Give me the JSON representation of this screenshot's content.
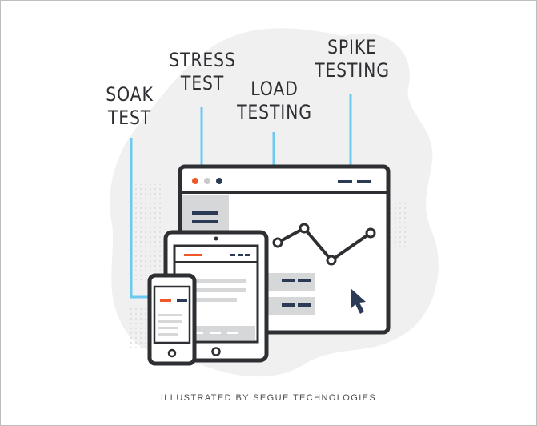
{
  "labels": {
    "soak": "SOAK\nTEST",
    "stress": "STRESS\nTEST",
    "load": "LOAD\nTESTING",
    "spike": "SPIKE\nTESTING"
  },
  "credit": "ILLUSTRATED BY SEGUE TECHNOLOGIES",
  "colors": {
    "line": "#2d2f33",
    "accent": "#f0582a",
    "navy": "#2b3a55",
    "connector": "#6cc9f0",
    "blob": "#f0f0f0",
    "panel": "#d6d7d9"
  }
}
